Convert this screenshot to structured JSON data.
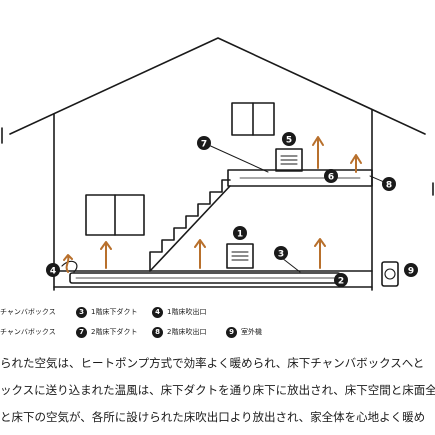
{
  "markers": {
    "m1": "1",
    "m2": "2",
    "m3": "3",
    "m4": "4",
    "m5": "5",
    "m6": "6",
    "m7": "7",
    "m8": "8",
    "m9": "9"
  },
  "legend": {
    "row1": [
      {
        "text": "チャンバボックス"
      },
      {
        "num": "3",
        "text": "1階床下ダクト"
      },
      {
        "num": "4",
        "text": "1階床吹出口"
      }
    ],
    "row2": [
      {
        "text": "チャンバボックス"
      },
      {
        "num": "7",
        "text": "2階床下ダクト"
      },
      {
        "num": "8",
        "text": "2階床吹出口"
      },
      {
        "num": "9",
        "text": "室外機"
      }
    ]
  },
  "description": [
    "られた空気は、ヒートポンプ方式で効率よく暖められ、床下チャンバボックスへと",
    "ックスに送り込まれた温風は、床下ダクトを通り床下に放出され、床下空間と床面全",
    "と床下の空気が、各所に設けられた床吹出口より放出され、家全体を心地よく暖め"
  ],
  "colors": {
    "arrow": "#b8702c",
    "line": "#1a1a1a",
    "marker_fill": "#1a1a1a",
    "marker_text": "#ffffff"
  }
}
